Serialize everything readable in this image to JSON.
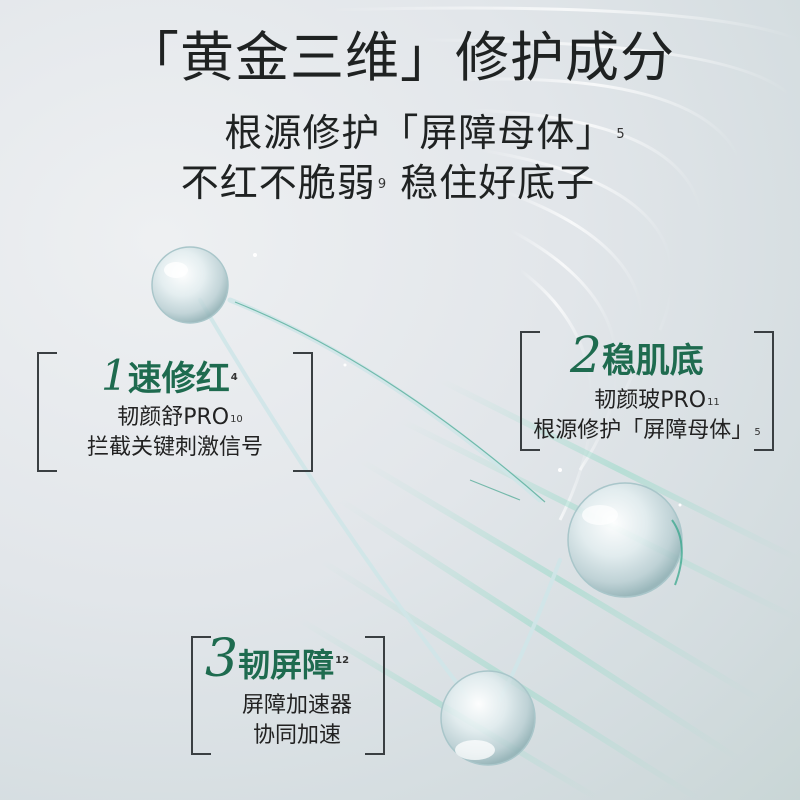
{
  "header": {
    "title": "「黄金三维」修护成分",
    "subtitle_line1": "根源修护「屏障母体」",
    "subtitle_line1_footnote": "5",
    "subtitle_line2_a": "不红不脆弱",
    "subtitle_line2_footnote": "9",
    "subtitle_line2_b": " 稳住好底子"
  },
  "features": [
    {
      "number": "1",
      "title": "速修红",
      "footnote": "4",
      "line1": "韧颜舒PRO",
      "line1_footnote": "10",
      "line2": "拦截关键刺激信号"
    },
    {
      "number": "2",
      "title": "稳肌底",
      "footnote": "",
      "line1": "韧颜玻PRO",
      "line1_footnote": "11",
      "line2": "根源修护「屏障母体」",
      "line2_footnote": "5"
    },
    {
      "number": "3",
      "title": "韧屏障",
      "footnote": "12",
      "line1": "屏障加速器",
      "line2": "协同加速"
    }
  ],
  "colors": {
    "accent_green": "#1e6b4f",
    "text_dark": "#1f2222",
    "bracket": "#3a3f42",
    "background": "#e2e6ea"
  },
  "illustration": {
    "description": "three transparent water-droplet molecule spheres connected by thin glass strands, with curved light streaks"
  }
}
